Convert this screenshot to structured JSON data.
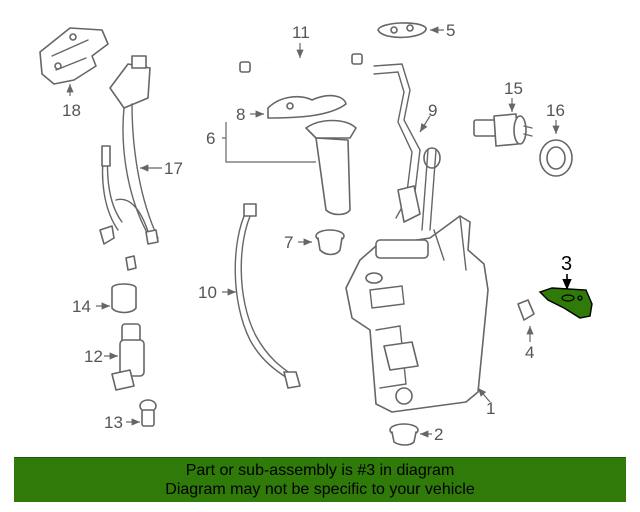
{
  "callouts": [
    "1",
    "2",
    "3",
    "4",
    "5",
    "6",
    "7",
    "8",
    "9",
    "10",
    "11",
    "12",
    "13",
    "14",
    "15",
    "16",
    "17",
    "18"
  ],
  "highlight": {
    "part": "3",
    "color": "#2f7a09"
  },
  "banner": {
    "line1": "Part or sub-assembly is #3 in diagram",
    "line2": "Diagram may not be specific to your vehicle",
    "background": "#2f7a09"
  }
}
